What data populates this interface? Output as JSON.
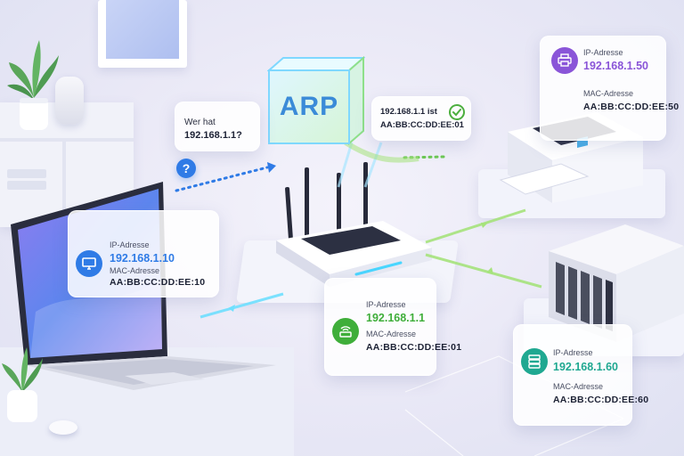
{
  "colors": {
    "laptop_accent": "#2f7be6",
    "router_accent": "#3fae3a",
    "printer_accent": "#8a55d8",
    "nas_accent": "#1fa891",
    "arp_glow": "#7fd8ff",
    "reply_green": "#9be07a"
  },
  "arp": {
    "label": "ARP"
  },
  "request": {
    "line1": "Wer hat",
    "line2": "192.168.1.1?",
    "icon": "question-icon"
  },
  "reply": {
    "line1": "192.168.1.1 ist",
    "line2": "AA:BB:CC:DD:EE:01",
    "icon": "check-icon"
  },
  "laptop": {
    "ip_label": "IP-Adresse",
    "ip": "192.168.1.10",
    "mac_label": "MAC-Adresse",
    "mac": "AA:BB:CC:DD:EE:10",
    "icon": "monitor-icon"
  },
  "router": {
    "ip_label": "IP-Adresse",
    "ip": "192.168.1.1",
    "mac_label": "MAC-Adresse",
    "mac": "AA:BB:CC:DD:EE:01",
    "icon": "router-icon"
  },
  "printer": {
    "ip_label": "IP-Adresse",
    "ip": "192.168.1.50",
    "mac_label": "MAC-Adresse",
    "mac": "AA:BB:CC:DD:EE:50",
    "icon": "printer-icon"
  },
  "nas": {
    "ip_label": "IP-Adresse",
    "ip": "192.168.1.60",
    "mac_label": "MAC-Adresse",
    "mac": "AA:BB:CC:DD:EE:60",
    "icon": "server-icon"
  }
}
